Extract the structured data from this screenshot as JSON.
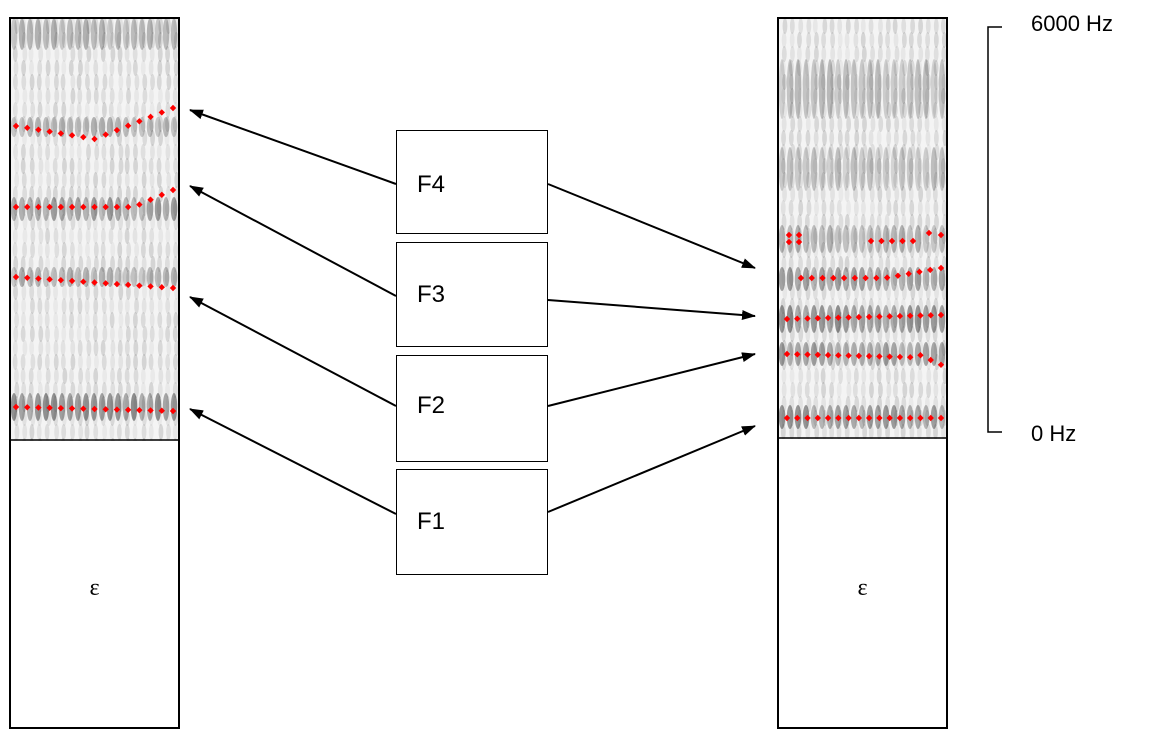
{
  "formants": [
    {
      "label": "F4"
    },
    {
      "label": "F3"
    },
    {
      "label": "F2"
    },
    {
      "label": "F1"
    }
  ],
  "left_panel": {
    "vowel": "ε"
  },
  "right_panel": {
    "vowel": "ε"
  },
  "scale": {
    "top_label": "6000 Hz",
    "bottom_label": "0 Hz"
  },
  "colors": {
    "formant_dots": "#ff0000",
    "spectrogram": "#555555",
    "lines": "#000000"
  }
}
